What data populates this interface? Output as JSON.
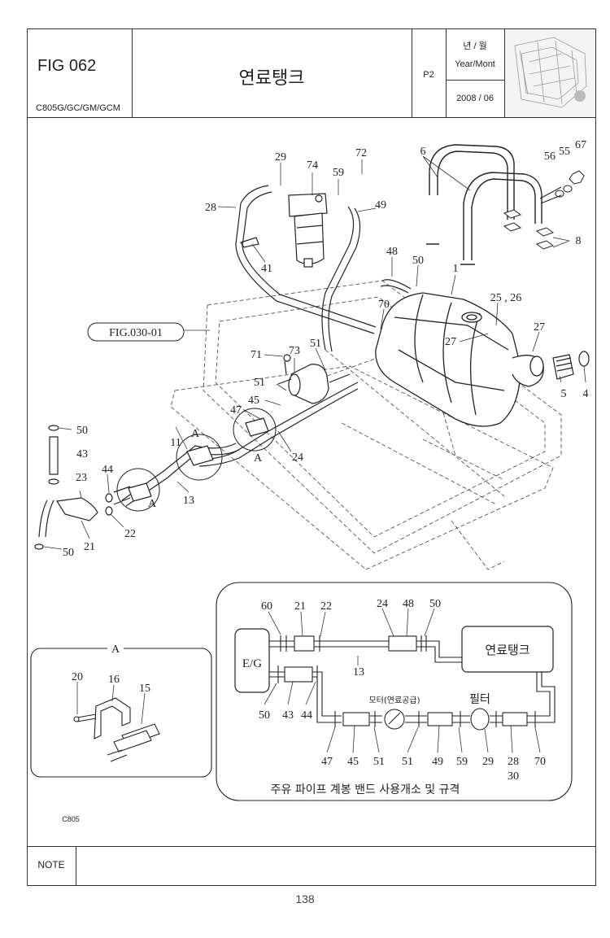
{
  "header": {
    "fig_no": "FIG 062",
    "models": "C805G/GC/GM/GCM",
    "title": "연료탱크",
    "page_code": "P2",
    "date_label_kr": "년 / 월",
    "date_label_en": "Year/Mont",
    "date_value": "2008 / 06"
  },
  "main_parts": [
    {
      "label": "29"
    },
    {
      "label": "74"
    },
    {
      "label": "72"
    },
    {
      "label": "59"
    },
    {
      "label": "6"
    },
    {
      "label": "56"
    },
    {
      "label": "55"
    },
    {
      "label": "67"
    },
    {
      "label": "28"
    },
    {
      "label": "49"
    },
    {
      "label": "8"
    },
    {
      "label": "41"
    },
    {
      "label": "48"
    },
    {
      "label": "50"
    },
    {
      "label": "1"
    },
    {
      "label": "25 , 26"
    },
    {
      "label": "70"
    },
    {
      "label": "27"
    },
    {
      "label": "27"
    },
    {
      "label": "51"
    },
    {
      "label": "71"
    },
    {
      "label": "73"
    },
    {
      "label": "5"
    },
    {
      "label": "4"
    },
    {
      "label": "51"
    },
    {
      "label": "45"
    },
    {
      "label": "47"
    },
    {
      "label": "A"
    },
    {
      "label": "24"
    },
    {
      "label": "A"
    },
    {
      "label": "50"
    },
    {
      "label": "43"
    },
    {
      "label": "11"
    },
    {
      "label": "23"
    },
    {
      "label": "44"
    },
    {
      "label": "13"
    },
    {
      "label": "A"
    },
    {
      "label": "22"
    },
    {
      "label": "50"
    },
    {
      "label": "21"
    }
  ],
  "fig_ref": "FIG.030-01",
  "detail_a": {
    "title": "A",
    "parts": [
      {
        "label": "20"
      },
      {
        "label": "16"
      },
      {
        "label": "15"
      }
    ]
  },
  "schematic": {
    "eg": "E/G",
    "tank": "연료탱크",
    "motor": "모터(연료공급)",
    "filter": "필터",
    "top_labels": [
      {
        "label": "60"
      },
      {
        "label": "21"
      },
      {
        "label": "22"
      },
      {
        "label": "24"
      },
      {
        "label": "48"
      },
      {
        "label": "50"
      }
    ],
    "mid_label": "13",
    "bottom_labels": [
      {
        "label": "50"
      },
      {
        "label": "43"
      },
      {
        "label": "44"
      },
      {
        "label": "47"
      },
      {
        "label": "45"
      },
      {
        "label": "51"
      },
      {
        "label": "51"
      },
      {
        "label": "49"
      },
      {
        "label": "59"
      },
      {
        "label": "29"
      },
      {
        "label": "28"
      },
      {
        "label": "30"
      },
      {
        "label": "70"
      }
    ],
    "caption": "주유 파이프 계봉 밴드 사용개소 및 규격"
  },
  "footer_code": "C805",
  "note_label": "NOTE",
  "page_number": "138"
}
